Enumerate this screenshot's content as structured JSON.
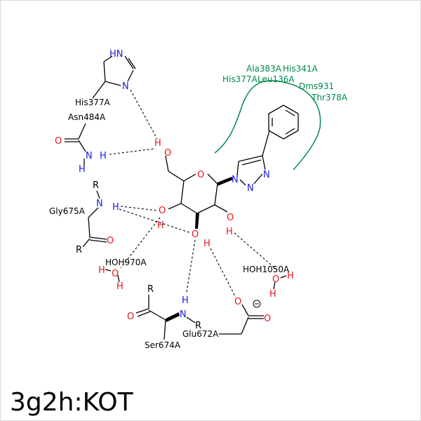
{
  "title": "3g2h:KOT",
  "residues": {
    "his377": "His377A",
    "asn484": "Asn484A",
    "gly675": "Gly675A",
    "hoh970": "HOH970A",
    "hoh1050": "HOH1050A",
    "ser674": "Ser674A",
    "glu672": "Glu672A"
  },
  "hydrophobic": {
    "ala383": "Ala383A",
    "his341": "His341A",
    "his377": "His377A",
    "leu136": "Leu136A",
    "dms931": "Dms931",
    "thr378": "Thr378A"
  },
  "colors": {
    "oxygen": "#e8141e",
    "nitrogen": "#1a1adc",
    "hydrophobic_arc": "#008a4a"
  }
}
